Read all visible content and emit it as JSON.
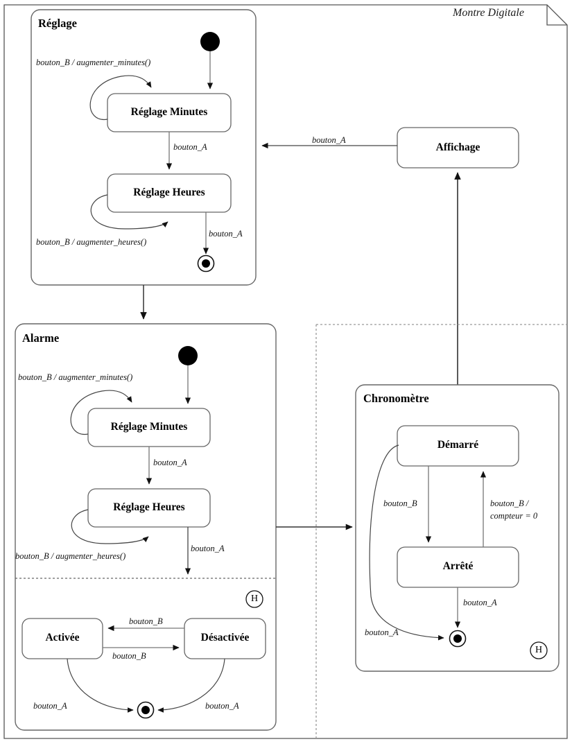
{
  "diagram": {
    "type": "uml-state-machine",
    "title": "Montre Digitale",
    "frame": {
      "note_fold": true
    }
  },
  "regions": {
    "reglage": {
      "label": "Réglage"
    },
    "alarme": {
      "label": "Alarme"
    },
    "chronometre": {
      "label": "Chronomètre"
    }
  },
  "states": {
    "affichage": {
      "label": "Affichage"
    },
    "reglage_minutes": {
      "label": "Réglage Minutes"
    },
    "reglage_heures": {
      "label": "Réglage Heures"
    },
    "alarme_minutes": {
      "label": "Réglage Minutes"
    },
    "alarme_heures": {
      "label": "Réglage Heures"
    },
    "activee": {
      "label": "Activée"
    },
    "desactivee": {
      "label": "Désactivée"
    },
    "demarre": {
      "label": "Démarré"
    },
    "arrete": {
      "label": "Arrêté"
    }
  },
  "pseudostates": {
    "history_alarme": {
      "label": "H"
    },
    "history_chrono": {
      "label": "H"
    }
  },
  "transitions": {
    "affichage_to_reglage": {
      "label": "bouton_A"
    },
    "reglage_minutes_self": {
      "label": "bouton_B / augmenter_minutes()"
    },
    "reglage_minutes_to_heures": {
      "label": "bouton_A"
    },
    "reglage_heures_self": {
      "label": "bouton_B / augmenter_heures()"
    },
    "reglage_heures_to_final": {
      "label": "bouton_A"
    },
    "alarme_minutes_self": {
      "label": "bouton_B / augmenter_minutes()"
    },
    "alarme_minutes_to_heures": {
      "label": "bouton_A"
    },
    "alarme_heures_self": {
      "label": "bouton_B / augmenter_heures()"
    },
    "alarme_heures_to_region2": {
      "label": "bouton_A"
    },
    "activee_to_desactivee": {
      "label": "bouton_B"
    },
    "desactivee_to_activee": {
      "label": "bouton_B"
    },
    "activee_to_final": {
      "label": "bouton_A"
    },
    "desactivee_to_final": {
      "label": "bouton_A"
    },
    "demarre_to_arrete": {
      "label": "bouton_B"
    },
    "arrete_to_demarre": {
      "label": "bouton_B /\ncompteur = 0"
    },
    "arrete_to_demarre_line1": {
      "label": "bouton_B /"
    },
    "arrete_to_demarre_line2": {
      "label": "compteur = 0"
    },
    "arrete_to_final": {
      "label": "bouton_A"
    },
    "demarre_to_final": {
      "label": "bouton_A"
    }
  },
  "colors": {
    "stroke": "#555555",
    "stroke_dark": "#222222",
    "fill": "#ffffff",
    "text": "#000000",
    "dashed": "#888888"
  }
}
